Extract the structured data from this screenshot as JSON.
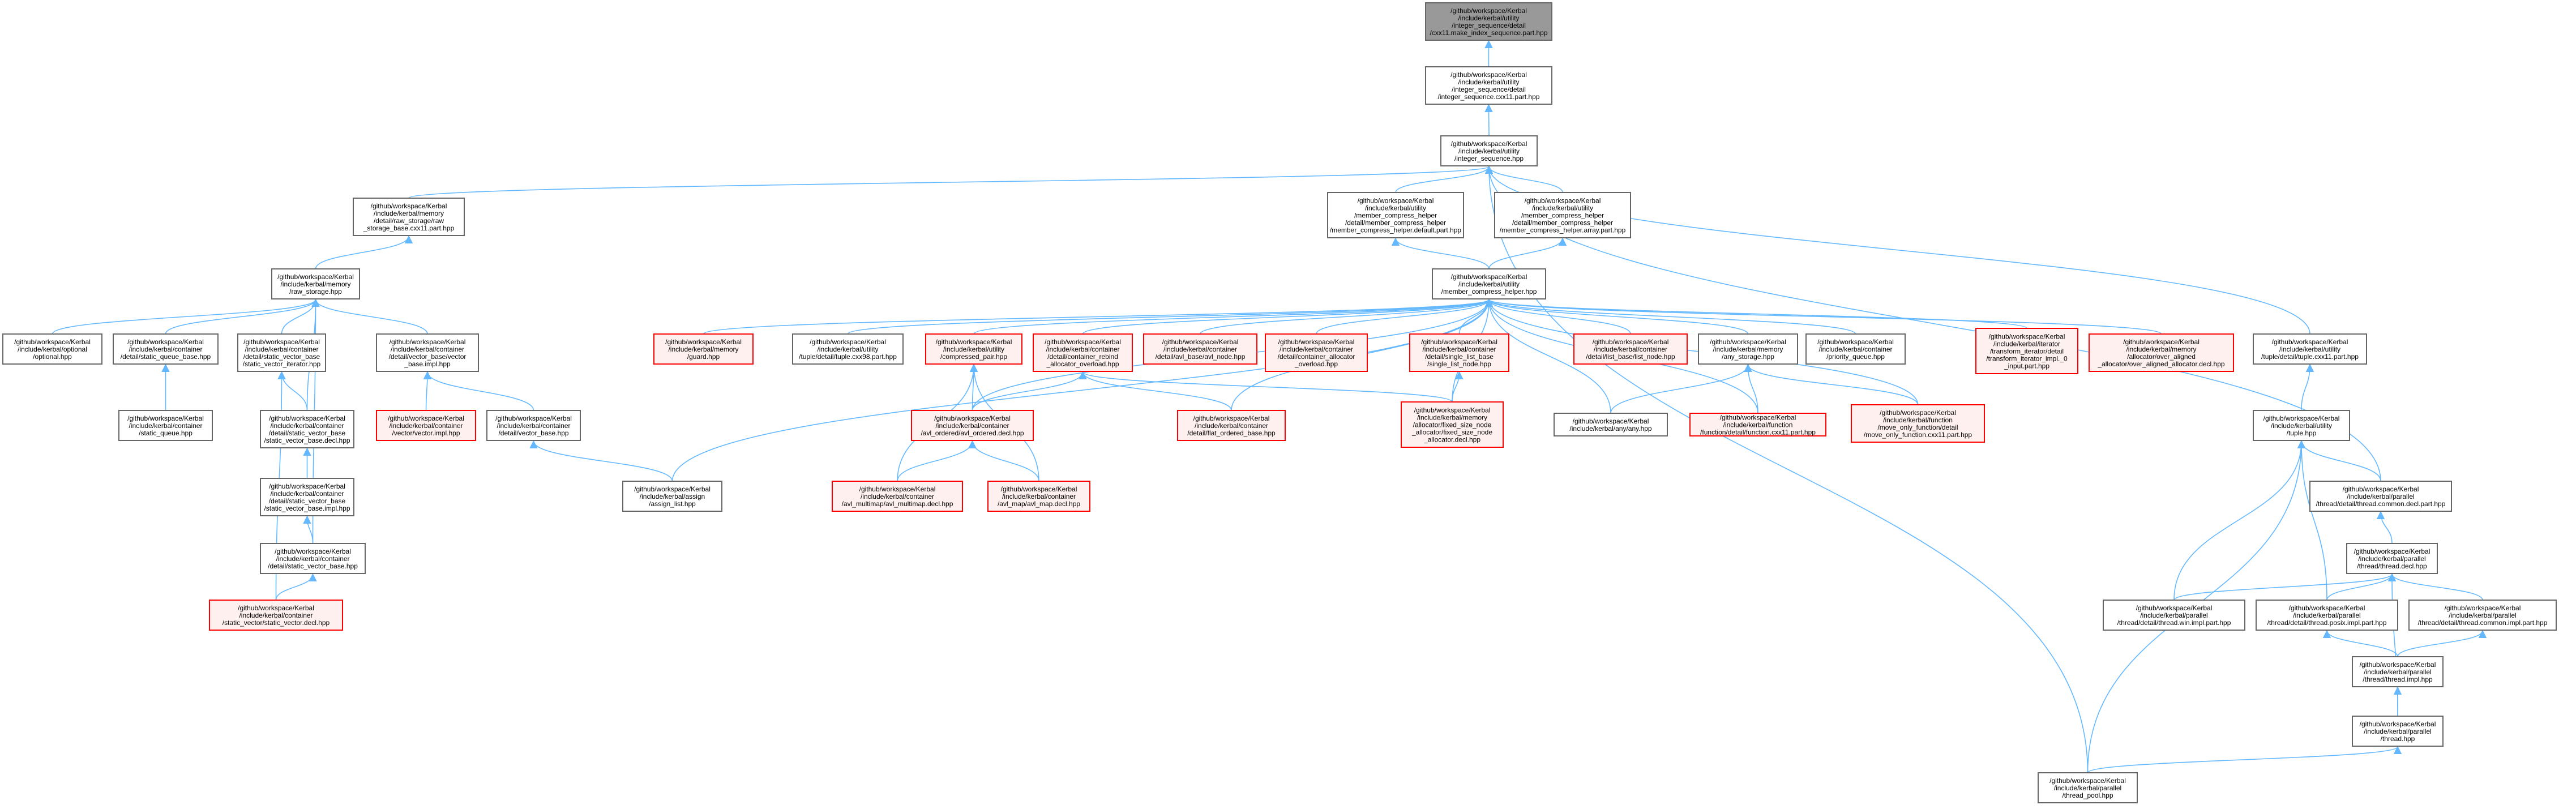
{
  "colors": {
    "edge": "#63b8ff",
    "node_border": "#666666",
    "node_fill": "#ffffff",
    "red_border": "#ff0000",
    "red_fill": "#fff0f0",
    "red_text": "#000000",
    "root_fill": "#999999",
    "text": "#000000"
  },
  "nodes": [
    {
      "id": "root",
      "lines": [
        "/github/workspace/Kerbal",
        "/include/kerbal/utility",
        "/integer_sequence/detail",
        "/cxx11.make_index_sequence.part.hpp"
      ],
      "style": "root"
    },
    {
      "id": "iseq_cxx11",
      "lines": [
        "/github/workspace/Kerbal",
        "/include/kerbal/utility",
        "/integer_sequence/detail",
        "/integer_sequence.cxx11.part.hpp"
      ],
      "style": "normal"
    },
    {
      "id": "iseq",
      "lines": [
        "/github/workspace/Kerbal",
        "/include/kerbal/utility",
        "/integer_sequence.hpp"
      ],
      "style": "normal"
    },
    {
      "id": "raw_storage_base",
      "lines": [
        "/github/workspace/Kerbal",
        "/include/kerbal/memory",
        "/detail/raw_storage/raw",
        "_storage_base.cxx11.part.hpp"
      ],
      "style": "normal"
    },
    {
      "id": "mch_default",
      "lines": [
        "/github/workspace/Kerbal",
        "/include/kerbal/utility",
        "/member_compress_helper",
        "/detail/member_compress_helper",
        "/member_compress_helper.default.part.hpp"
      ],
      "style": "normal"
    },
    {
      "id": "mch_array",
      "lines": [
        "/github/workspace/Kerbal",
        "/include/kerbal/utility",
        "/member_compress_helper",
        "/detail/member_compress_helper",
        "/member_compress_helper.array.part.hpp"
      ],
      "style": "normal"
    },
    {
      "id": "raw_storage",
      "lines": [
        "/github/workspace/Kerbal",
        "/include/kerbal/memory",
        "/raw_storage.hpp"
      ],
      "style": "normal"
    },
    {
      "id": "mch",
      "lines": [
        "/github/workspace/Kerbal",
        "/include/kerbal/utility",
        "/member_compress_helper.hpp"
      ],
      "style": "normal"
    },
    {
      "id": "optional",
      "lines": [
        "/github/workspace/Kerbal",
        "/include/kerbal/optional",
        "/optional.hpp"
      ],
      "style": "normal"
    },
    {
      "id": "static_queue_base",
      "lines": [
        "/github/workspace/Kerbal",
        "/include/kerbal/container",
        "/detail/static_queue_base.hpp"
      ],
      "style": "normal"
    },
    {
      "id": "svb_iterator",
      "lines": [
        "/github/workspace/Kerbal",
        "/include/kerbal/container",
        "/detail/static_vector_base",
        "/static_vector_iterator.hpp"
      ],
      "style": "normal"
    },
    {
      "id": "vb_impl",
      "lines": [
        "/github/workspace/Kerbal",
        "/include/kerbal/container",
        "/detail/vector_base/vector",
        "_base.impl.hpp"
      ],
      "style": "normal"
    },
    {
      "id": "static_queue",
      "lines": [
        "/github/workspace/Kerbal",
        "/include/kerbal/container",
        "/static_queue.hpp"
      ],
      "style": "normal"
    },
    {
      "id": "svb_decl",
      "lines": [
        "/github/workspace/Kerbal",
        "/include/kerbal/container",
        "/detail/static_vector_base",
        "/static_vector_base.decl.hpp"
      ],
      "style": "normal"
    },
    {
      "id": "vector_impl",
      "lines": [
        "/github/workspace/Kerbal",
        "/include/kerbal/container",
        "/vector/vector.impl.hpp"
      ],
      "style": "red"
    },
    {
      "id": "vector_base",
      "lines": [
        "/github/workspace/Kerbal",
        "/include/kerbal/container",
        "/detail/vector_base.hpp"
      ],
      "style": "normal"
    },
    {
      "id": "svb_impl",
      "lines": [
        "/github/workspace/Kerbal",
        "/include/kerbal/container",
        "/detail/static_vector_base",
        "/static_vector_base.impl.hpp"
      ],
      "style": "normal"
    },
    {
      "id": "svb",
      "lines": [
        "/github/workspace/Kerbal",
        "/include/kerbal/container",
        "/detail/static_vector_base.hpp"
      ],
      "style": "normal"
    },
    {
      "id": "static_vector_decl",
      "lines": [
        "/github/workspace/Kerbal",
        "/include/kerbal/container",
        "/static_vector/static_vector.decl.hpp"
      ],
      "style": "red"
    },
    {
      "id": "assign_list",
      "lines": [
        "/github/workspace/Kerbal",
        "/include/kerbal/assign",
        "/assign_list.hpp"
      ],
      "style": "normal"
    },
    {
      "id": "guard",
      "lines": [
        "/github/workspace/Kerbal",
        "/include/kerbal/memory",
        "/guard.hpp"
      ],
      "style": "red"
    },
    {
      "id": "tuple_cxx98",
      "lines": [
        "/github/workspace/Kerbal",
        "/include/kerbal/utility",
        "/tuple/detail/tuple.cxx98.part.hpp"
      ],
      "style": "normal"
    },
    {
      "id": "compressed_pair",
      "lines": [
        "/github/workspace/Kerbal",
        "/include/kerbal/utility",
        "/compressed_pair.hpp"
      ],
      "style": "red"
    },
    {
      "id": "rebind_alloc",
      "lines": [
        "/github/workspace/Kerbal",
        "/include/kerbal/container",
        "/detail/container_rebind",
        "_allocator_overload.hpp"
      ],
      "style": "red"
    },
    {
      "id": "avl_node",
      "lines": [
        "/github/workspace/Kerbal",
        "/include/kerbal/container",
        "/detail/avl_base/avl_node.hpp"
      ],
      "style": "red"
    },
    {
      "id": "container_alloc",
      "lines": [
        "/github/workspace/Kerbal",
        "/include/kerbal/container",
        "/detail/container_allocator",
        "_overload.hpp"
      ],
      "style": "red"
    },
    {
      "id": "single_list_node",
      "lines": [
        "/github/workspace/Kerbal",
        "/include/kerbal/container",
        "/detail/single_list_base",
        "/single_list_node.hpp"
      ],
      "style": "red"
    },
    {
      "id": "list_node",
      "lines": [
        "/github/workspace/Kerbal",
        "/include/kerbal/container",
        "/detail/list_base/list_node.hpp"
      ],
      "style": "red"
    },
    {
      "id": "any_storage",
      "lines": [
        "/github/workspace/Kerbal",
        "/include/kerbal/memory",
        "/any_storage.hpp"
      ],
      "style": "normal"
    },
    {
      "id": "priority_queue",
      "lines": [
        "/github/workspace/Kerbal",
        "/include/kerbal/container",
        "/priority_queue.hpp"
      ],
      "style": "normal"
    },
    {
      "id": "transform_iterator",
      "lines": [
        "/github/workspace/Kerbal",
        "/include/kerbal/iterator",
        "/transform_iterator/detail",
        "/transform_iterator_impl._0",
        "_input.part.hpp"
      ],
      "style": "red"
    },
    {
      "id": "over_aligned",
      "lines": [
        "/github/workspace/Kerbal",
        "/include/kerbal/memory",
        "/allocator/over_aligned",
        "_allocator/over_aligned_allocator.decl.hpp"
      ],
      "style": "red"
    },
    {
      "id": "tuple_cxx11",
      "lines": [
        "/github/workspace/Kerbal",
        "/include/kerbal/utility",
        "/tuple/detail/tuple.cxx11.part.hpp"
      ],
      "style": "normal"
    },
    {
      "id": "avl_ordered_decl",
      "lines": [
        "/github/workspace/Kerbal",
        "/include/kerbal/container",
        "/avl_ordered/avl_ordered.decl.hpp"
      ],
      "style": "red"
    },
    {
      "id": "flat_ordered_base",
      "lines": [
        "/github/workspace/Kerbal",
        "/include/kerbal/container",
        "/detail/flat_ordered_base.hpp"
      ],
      "style": "red"
    },
    {
      "id": "fixed_size_node_alloc",
      "lines": [
        "/github/workspace/Kerbal",
        "/include/kerbal/memory",
        "/allocator/fixed_size_node",
        "_allocator/fixed_size_node",
        "_allocator.decl.hpp"
      ],
      "style": "red"
    },
    {
      "id": "any",
      "lines": [
        "/github/workspace/Kerbal",
        "/include/kerbal/any/any.hpp"
      ],
      "style": "normal"
    },
    {
      "id": "function_cxx11",
      "lines": [
        "/github/workspace/Kerbal",
        "/include/kerbal/function",
        "/function/detail/function.cxx11.part.hpp"
      ],
      "style": "red"
    },
    {
      "id": "move_only_function",
      "lines": [
        "/github/workspace/Kerbal",
        "/include/kerbal/function",
        "/move_only_function/detail",
        "/move_only_function.cxx11.part.hpp"
      ],
      "style": "red"
    },
    {
      "id": "tuple",
      "lines": [
        "/github/workspace/Kerbal",
        "/include/kerbal/utility",
        "/tuple.hpp"
      ],
      "style": "normal"
    },
    {
      "id": "avl_multimap_decl",
      "lines": [
        "/github/workspace/Kerbal",
        "/include/kerbal/container",
        "/avl_multimap/avl_multimap.decl.hpp"
      ],
      "style": "red"
    },
    {
      "id": "avl_map_decl",
      "lines": [
        "/github/workspace/Kerbal",
        "/include/kerbal/container",
        "/avl_map/avl_map.decl.hpp"
      ],
      "style": "red"
    },
    {
      "id": "thread_common_decl",
      "lines": [
        "/github/workspace/Kerbal",
        "/include/kerbal/parallel",
        "/thread/detail/thread.common.decl.part.hpp"
      ],
      "style": "normal"
    },
    {
      "id": "thread_decl",
      "lines": [
        "/github/workspace/Kerbal",
        "/include/kerbal/parallel",
        "/thread/thread.decl.hpp"
      ],
      "style": "normal"
    },
    {
      "id": "thread_win",
      "lines": [
        "/github/workspace/Kerbal",
        "/include/kerbal/parallel",
        "/thread/detail/thread.win.impl.part.hpp"
      ],
      "style": "normal"
    },
    {
      "id": "thread_posix",
      "lines": [
        "/github/workspace/Kerbal",
        "/include/kerbal/parallel",
        "/thread/detail/thread.posix.impl.part.hpp"
      ],
      "style": "normal"
    },
    {
      "id": "thread_common_impl",
      "lines": [
        "/github/workspace/Kerbal",
        "/include/kerbal/parallel",
        "/thread/detail/thread.common.impl.part.hpp"
      ],
      "style": "normal"
    },
    {
      "id": "thread_impl",
      "lines": [
        "/github/workspace/Kerbal",
        "/include/kerbal/parallel",
        "/thread/thread.impl.hpp"
      ],
      "style": "normal"
    },
    {
      "id": "thread",
      "lines": [
        "/github/workspace/Kerbal",
        "/include/kerbal/parallel",
        "/thread.hpp"
      ],
      "style": "normal"
    },
    {
      "id": "thread_pool",
      "lines": [
        "/github/workspace/Kerbal",
        "/include/kerbal/parallel",
        "/thread_pool.hpp"
      ],
      "style": "normal"
    }
  ],
  "edges": [
    [
      "iseq_cxx11",
      "root"
    ],
    [
      "iseq",
      "iseq_cxx11"
    ],
    [
      "raw_storage_base",
      "iseq"
    ],
    [
      "mch_default",
      "iseq"
    ],
    [
      "mch_array",
      "iseq"
    ],
    [
      "tuple_cxx11",
      "iseq"
    ],
    [
      "thread_common_decl",
      "iseq"
    ],
    [
      "thread_pool",
      "iseq"
    ],
    [
      "raw_storage",
      "raw_storage_base"
    ],
    [
      "mch",
      "mch_default"
    ],
    [
      "mch",
      "mch_array"
    ],
    [
      "optional",
      "raw_storage"
    ],
    [
      "static_queue_base",
      "raw_storage"
    ],
    [
      "svb_iterator",
      "raw_storage"
    ],
    [
      "vb_impl",
      "raw_storage"
    ],
    [
      "svb_decl",
      "raw_storage"
    ],
    [
      "svb",
      "raw_storage"
    ],
    [
      "static_queue",
      "static_queue_base"
    ],
    [
      "svb_decl",
      "svb_iterator"
    ],
    [
      "static_vector_decl",
      "svb_iterator"
    ],
    [
      "vector_impl",
      "vb_impl"
    ],
    [
      "vector_base",
      "vb_impl"
    ],
    [
      "svb_impl",
      "svb_decl"
    ],
    [
      "assign_list",
      "vector_base"
    ],
    [
      "svb",
      "svb_impl"
    ],
    [
      "static_vector_decl",
      "svb"
    ],
    [
      "assign_list",
      "mch"
    ],
    [
      "guard",
      "mch"
    ],
    [
      "tuple_cxx98",
      "mch"
    ],
    [
      "compressed_pair",
      "mch"
    ],
    [
      "rebind_alloc",
      "mch"
    ],
    [
      "avl_node",
      "mch"
    ],
    [
      "container_alloc",
      "mch"
    ],
    [
      "single_list_node",
      "mch"
    ],
    [
      "list_node",
      "mch"
    ],
    [
      "any_storage",
      "mch"
    ],
    [
      "priority_queue",
      "mch"
    ],
    [
      "transform_iterator",
      "mch"
    ],
    [
      "over_aligned",
      "mch"
    ],
    [
      "avl_ordered_decl",
      "mch"
    ],
    [
      "flat_ordered_base",
      "mch"
    ],
    [
      "fixed_size_node_alloc",
      "mch"
    ],
    [
      "any",
      "mch"
    ],
    [
      "function_cxx11",
      "mch"
    ],
    [
      "move_only_function",
      "mch"
    ],
    [
      "avl_ordered_decl",
      "compressed_pair"
    ],
    [
      "avl_multimap_decl",
      "compressed_pair"
    ],
    [
      "avl_map_decl",
      "compressed_pair"
    ],
    [
      "avl_ordered_decl",
      "rebind_alloc"
    ],
    [
      "flat_ordered_base",
      "rebind_alloc"
    ],
    [
      "fixed_size_node_alloc",
      "rebind_alloc"
    ],
    [
      "fixed_size_node_alloc",
      "single_list_node"
    ],
    [
      "any",
      "any_storage"
    ],
    [
      "function_cxx11",
      "any_storage"
    ],
    [
      "move_only_function",
      "any_storage"
    ],
    [
      "avl_multimap_decl",
      "avl_ordered_decl"
    ],
    [
      "avl_map_decl",
      "avl_ordered_decl"
    ],
    [
      "tuple",
      "tuple_cxx11"
    ],
    [
      "thread_common_decl",
      "tuple"
    ],
    [
      "thread_posix",
      "tuple"
    ],
    [
      "thread_win",
      "tuple"
    ],
    [
      "thread_pool",
      "tuple"
    ],
    [
      "thread_decl",
      "thread_common_decl"
    ],
    [
      "thread_win",
      "thread_decl"
    ],
    [
      "thread_posix",
      "thread_decl"
    ],
    [
      "thread_common_impl",
      "thread_decl"
    ],
    [
      "thread",
      "thread_decl"
    ],
    [
      "thread_impl",
      "thread_posix"
    ],
    [
      "thread_impl",
      "thread_common_impl"
    ],
    [
      "thread",
      "thread_impl"
    ],
    [
      "thread_pool",
      "thread"
    ]
  ]
}
